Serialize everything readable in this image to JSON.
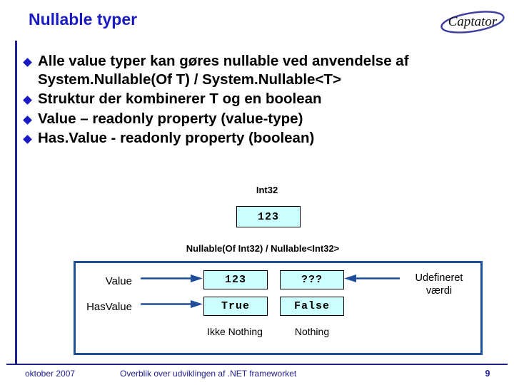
{
  "slide": {
    "title": "Nullable typer",
    "logo_text": "Captator",
    "accent_color": "#1a1ac4",
    "frame_color": "#1f4e9c",
    "box_fill_color": "#ccffff"
  },
  "bullets": [
    {
      "text": "Alle value typer kan gøres nullable ved anvendelse af System.Nullable(Of T) / System.Nullable<T>"
    },
    {
      "text": "Struktur der kombinerer T og en boolean"
    },
    {
      "text": "Value – readonly property (value-type)"
    },
    {
      "text": "Has.Value - readonly property (boolean)"
    }
  ],
  "diagram": {
    "int32": {
      "caption": "Int32",
      "value": "123"
    },
    "nullable_caption": "Nullable(Of Int32) / Nullable<Int32>",
    "fields": [
      {
        "label": "Value",
        "defined_value": "123",
        "undefined_value": "???"
      },
      {
        "label": "HasValue",
        "defined_value": "True",
        "undefined_value": "False"
      }
    ],
    "column_notes": [
      {
        "text": "Ikke Nothing"
      },
      {
        "text": "Nothing"
      }
    ],
    "undefined_note": {
      "line1": "Udefineret",
      "line2": "værdi"
    }
  },
  "footer": {
    "date": "oktober 2007",
    "subject": "Overblik over udviklingen af .NET frameworket",
    "page_number": "9"
  }
}
